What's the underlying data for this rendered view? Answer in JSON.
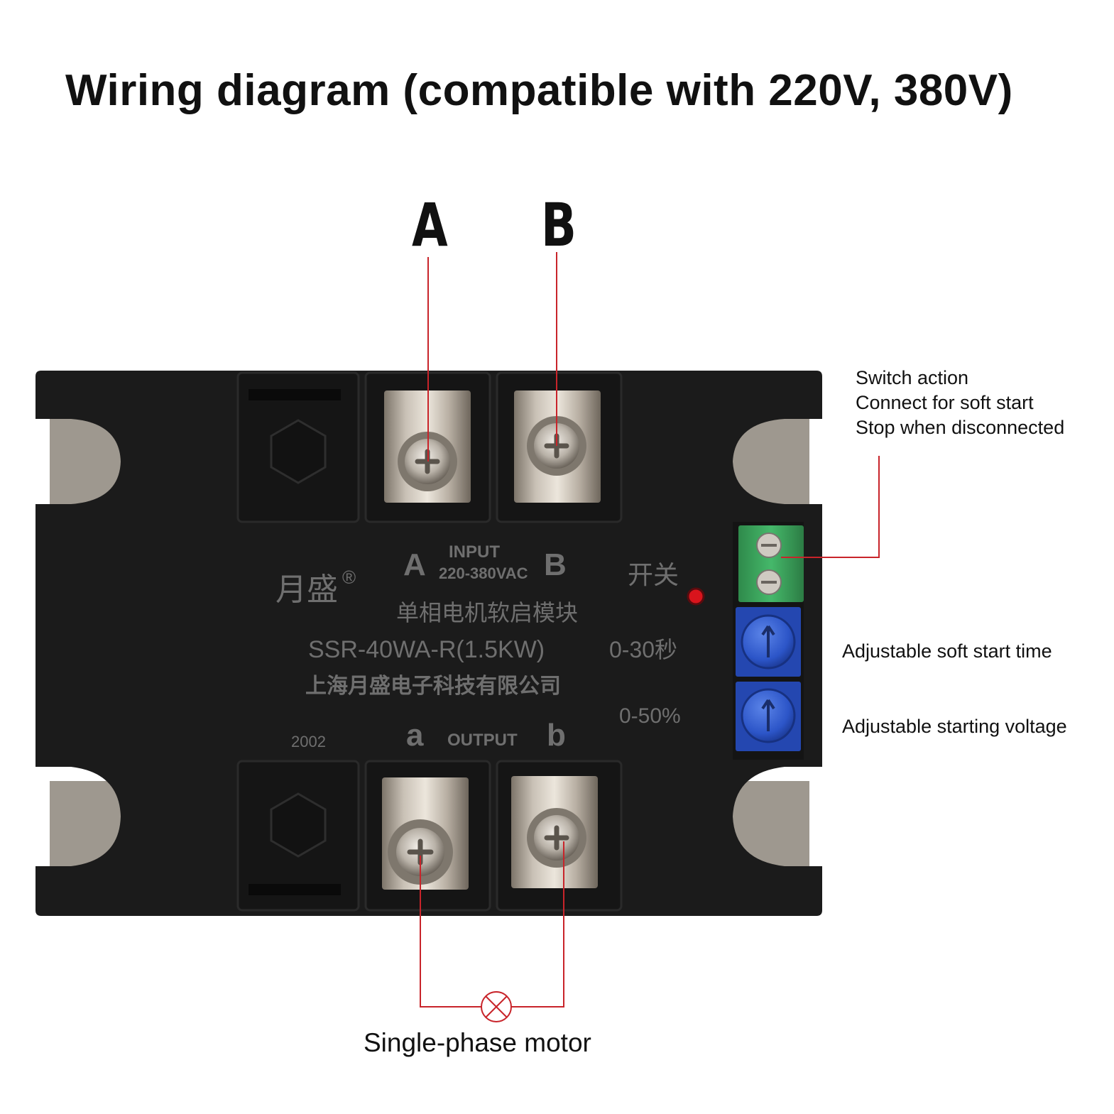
{
  "title": "Wiring diagram (compatible with 220V, 380V)",
  "terminal_labels": {
    "a_upper": "A",
    "b_upper": "B"
  },
  "annotations": {
    "switch_action": [
      "Switch action",
      "Connect for soft start",
      "Stop when disconnected"
    ],
    "soft_start_time": "Adjustable soft start time",
    "starting_voltage": "Adjustable starting voltage",
    "motor": "Single-phase motor"
  },
  "device": {
    "brand": "月盛",
    "registered_mark": "®",
    "input_a": "A",
    "input_b": "B",
    "input_label": "INPUT",
    "input_voltage": "220-380VAC",
    "switch_label": "开关",
    "chinese_desc": "单相电机软启模块",
    "model": "SSR-40WA-R(1.5KW)",
    "time_range": "0-30秒",
    "company": "上海月盛电子科技有限公司",
    "voltage_range": "0-50%",
    "batch": "2002",
    "output_a": "a",
    "output_label": "OUTPUT",
    "output_b": "b"
  },
  "colors": {
    "wire": "#c8242a",
    "body": "#1b1b1b",
    "terminal_green": "#3aa35c",
    "pot_blue": "#2c55c8"
  },
  "icons": [
    "motor-symbol-icon",
    "screw-icon",
    "hex-nut-icon",
    "led-indicator-icon"
  ]
}
